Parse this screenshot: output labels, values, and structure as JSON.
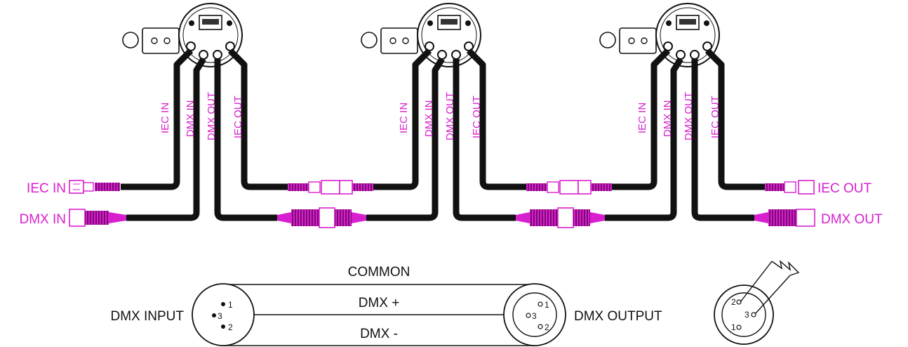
{
  "external_labels": {
    "iec_in": "IEC IN",
    "dmx_in": "DMX IN",
    "iec_out": "IEC OUT",
    "dmx_out": "DMX OUT"
  },
  "cable_labels": [
    "IEC IN",
    "DMX IN",
    "DMX OUT",
    "IEC OUT"
  ],
  "fixture_count": 3,
  "wiring": {
    "common": "COMMON",
    "dmx_plus": "DMX +",
    "dmx_minus": "DMX -",
    "input_label": "DMX INPUT",
    "output_label": "DMX OUTPUT",
    "input_pins": [
      "1",
      "3",
      "2"
    ],
    "output_pins": [
      "1",
      "3",
      "2"
    ],
    "connector_pins": [
      "2",
      "3",
      "1"
    ]
  },
  "colors": {
    "label": "#d81fcf",
    "connector": "#d81fcf",
    "cable": "#111111"
  }
}
